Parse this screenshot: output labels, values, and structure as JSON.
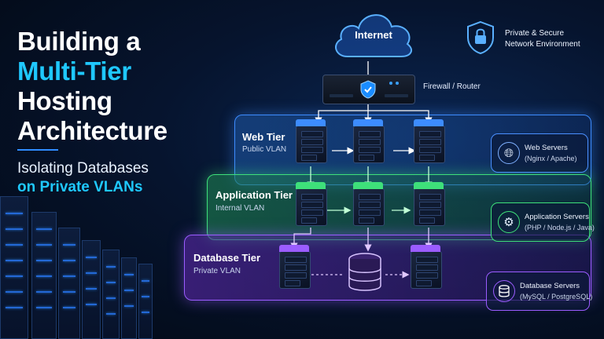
{
  "title": {
    "line1": "Building a",
    "line2": "Multi-Tier",
    "line3": "Hosting",
    "line4": "Architecture"
  },
  "subtitle": {
    "line1": "Isolating Databases",
    "line2": "on Private VLANs"
  },
  "diagram": {
    "internet_label": "Internet",
    "firewall_label": "Firewall / Router",
    "security_badge": {
      "line1": "Private & Secure",
      "line2": "Network Environment"
    },
    "tiers": [
      {
        "name": "Web Tier",
        "vlan": "Public VLAN",
        "color": "#3d8cff",
        "card_line1": "Web Servers",
        "card_line2": "(Nginx / Apache)",
        "card_icon": "globe-icon"
      },
      {
        "name": "Application Tier",
        "vlan": "Internal VLAN",
        "color": "#3ee07a",
        "card_line1": "Application Servers",
        "card_line2": "(PHP / Node.js / Java)",
        "card_icon": "gear-icon"
      },
      {
        "name": "Database Tier",
        "vlan": "Private VLAN",
        "color": "#9b5cff",
        "card_line1": "Database Servers",
        "card_line2": "(MySQL / PostgreSQL)",
        "card_icon": "database-icon"
      }
    ]
  },
  "colors": {
    "accent_cyan": "#1fc8ff",
    "background": "#06142e"
  }
}
